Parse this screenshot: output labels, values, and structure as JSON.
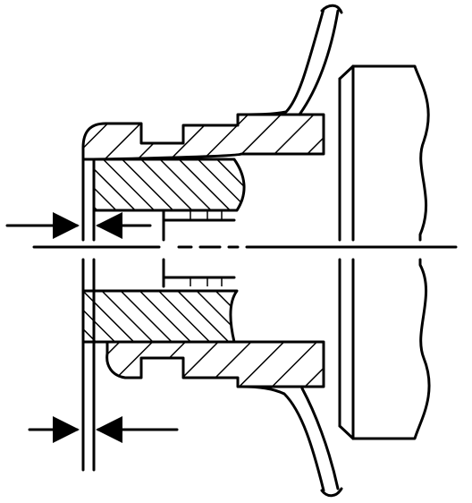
{
  "figure": {
    "type": "mechanical-cross-section",
    "style": "black line art with diagonal hatching",
    "components": [
      "flange-fitting",
      "seal-ring",
      "mating-block",
      "pipe-wall"
    ],
    "dimension_markers": 2,
    "colors": {
      "line": "#000000",
      "background": "#ffffff"
    }
  }
}
